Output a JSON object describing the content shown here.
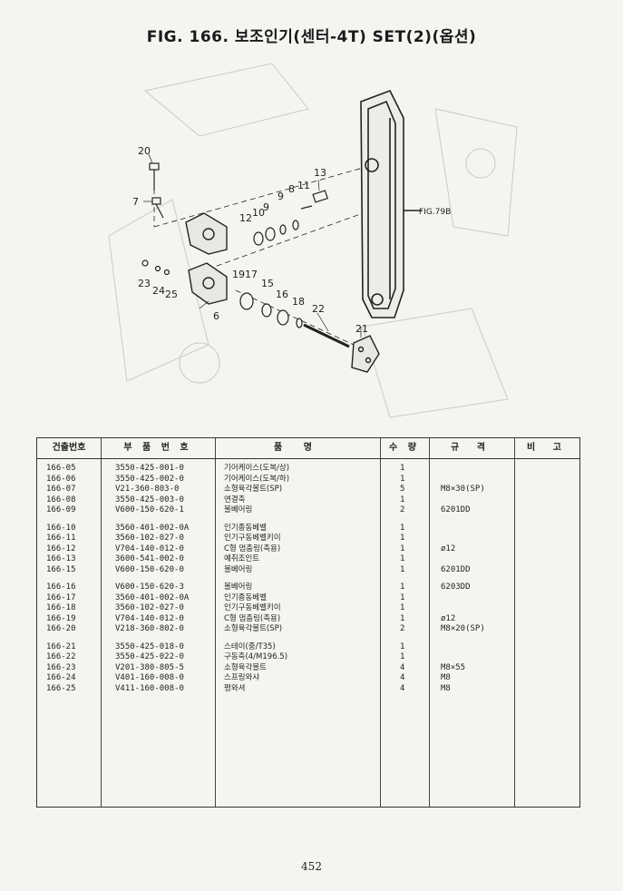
{
  "page": {
    "title": "FIG. 166. 보조인기(센터-4T) SET(2)(옵션)",
    "page_number": "452"
  },
  "diagram": {
    "ref_label": "FIG.79B",
    "callouts": [
      "20",
      "7",
      "13",
      "11",
      "8",
      "9",
      "9",
      "10",
      "12",
      "23",
      "24",
      "25",
      "6",
      "19",
      "17",
      "15",
      "16",
      "18",
      "22",
      "21"
    ]
  },
  "table": {
    "headers": [
      "건출번호",
      "부 품 번 호",
      "품 명",
      "수 량",
      "규 격",
      "비 고"
    ],
    "groups": [
      [
        {
          "no": "166-05",
          "part": "3550-425-001-0",
          "name": "기어케이스(도복/상)",
          "qty": "1",
          "spec": ""
        },
        {
          "no": "166-06",
          "part": "3550-425-002-0",
          "name": "기어케이스(도복/하)",
          "qty": "1",
          "spec": ""
        },
        {
          "no": "166-07",
          "part": "V21-360-803-0",
          "name": "소형육각볼트(SP)",
          "qty": "5",
          "spec": "M8×30(SP)"
        },
        {
          "no": "166-08",
          "part": "3550-425-003-0",
          "name": "연결축",
          "qty": "1",
          "spec": ""
        },
        {
          "no": "166-09",
          "part": "V600-150-620-1",
          "name": "볼베어링",
          "qty": "2",
          "spec": "6201DD"
        }
      ],
      [
        {
          "no": "166-10",
          "part": "3560-401-002-0A",
          "name": "인기종동베벨",
          "qty": "1",
          "spec": ""
        },
        {
          "no": "166-11",
          "part": "3560-102-027-0",
          "name": "인기구동베벨키이",
          "qty": "1",
          "spec": ""
        },
        {
          "no": "166-12",
          "part": "V704-140-012-0",
          "name": "C형 멈춤링(축용)",
          "qty": "1",
          "spec": "ø12"
        },
        {
          "no": "166-13",
          "part": "3600-541-002-0",
          "name": "예취조인트",
          "qty": "1",
          "spec": ""
        },
        {
          "no": "166-15",
          "part": "V600-150-620-0",
          "name": "볼베어링",
          "qty": "1",
          "spec": "6201DD"
        }
      ],
      [
        {
          "no": "166-16",
          "part": "V600-150-620-3",
          "name": "볼베어링",
          "qty": "1",
          "spec": "6203DD"
        },
        {
          "no": "166-17",
          "part": "3560-401-002-0A",
          "name": "인기종동베벨",
          "qty": "1",
          "spec": ""
        },
        {
          "no": "166-18",
          "part": "3560-102-027-0",
          "name": "인기구동베벨키이",
          "qty": "1",
          "spec": ""
        },
        {
          "no": "166-19",
          "part": "V704-140-012-0",
          "name": "C형 멈춤링(축용)",
          "qty": "1",
          "spec": "ø12"
        },
        {
          "no": "166-20",
          "part": "V218-360-802-0",
          "name": "소형육각볼트(SP)",
          "qty": "2",
          "spec": "M8×20(SP)"
        }
      ],
      [
        {
          "no": "166-21",
          "part": "3550-425-018-0",
          "name": "스테이(중/T35)",
          "qty": "1",
          "spec": ""
        },
        {
          "no": "166-22",
          "part": "3550-425-022-0",
          "name": "구동축(4/M196.5)",
          "qty": "1",
          "spec": ""
        },
        {
          "no": "166-23",
          "part": "V201-380-805-5",
          "name": "소형육각볼트",
          "qty": "4",
          "spec": "M8×55"
        },
        {
          "no": "166-24",
          "part": "V401-160-008-0",
          "name": "스프링와샤",
          "qty": "4",
          "spec": "M8"
        },
        {
          "no": "166-25",
          "part": "V411-160-008-0",
          "name": "평와셔",
          "qty": "4",
          "spec": "M8"
        }
      ]
    ]
  }
}
